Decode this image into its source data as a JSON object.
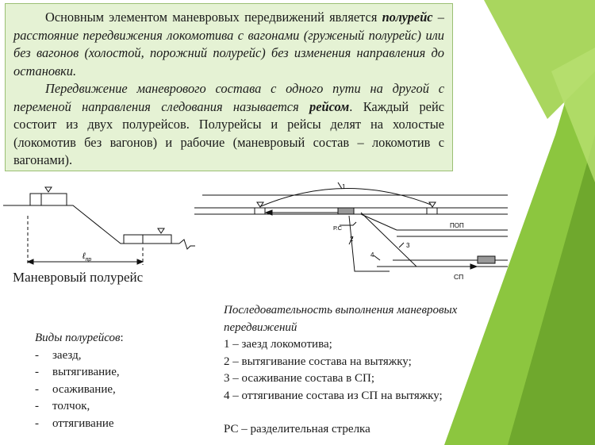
{
  "slide": {
    "accent_colors": [
      "#8cc63f",
      "#a9d65e",
      "#6fa82d"
    ],
    "textbox_bg": "#e5f2d4"
  },
  "textbox": {
    "p1_lead": "Основным элементом маневровых передвижений является ",
    "p1_term": "полурейс",
    "p1_def": " – расстояние передвижения локомотива с вагонами (груженый полурейс) или без вагонов (холостой, порожний полурейс) без изменения направления до остановки.",
    "p2_italic": "Передвижение маневрового состава с одного пути на другой с переменой направления следования называется ",
    "p2_term": "рейсом",
    "p2_rest": ". Каждый рейс состоит из двух полурейсов. Полурейсы и рейсы делят на холостые (локомотив без вагонов) и рабочие (маневровый состав – локомотив с вагонами)."
  },
  "left_diagram": {
    "dim_label_main": "ℓ",
    "dim_label_sub": "пр",
    "caption": "Маневровый полурейс"
  },
  "right_diagram": {
    "labels": {
      "route_1": "1",
      "route_2": "2",
      "route_3": "3",
      "route_4": "4",
      "rs": "Р.С",
      "pop": "ПОП",
      "sp": "СП"
    }
  },
  "types": {
    "title": "Виды полурейсов",
    "colon": ":",
    "items": [
      "заезд,",
      "вытягивание,",
      "осаживание,",
      "толчок,",
      "оттягивание"
    ]
  },
  "sequence": {
    "title": "Последовательность выполнения маневровых передвижений",
    "items": [
      "1 – заезд локомотива;",
      "2 – вытягивание состава на вытяжку;",
      "3 – осаживание состава в СП;",
      "4 – оттягивание состава из СП на вытяжку;"
    ],
    "note": "РС – разделительная стрелка"
  }
}
